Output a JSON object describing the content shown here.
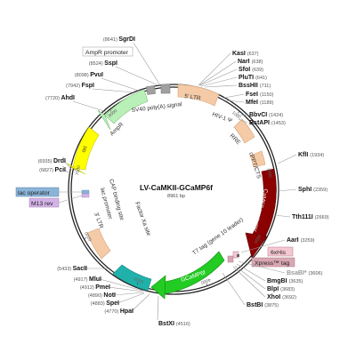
{
  "plasmid": {
    "name": "LV-CaMKII-GCaMP6f",
    "size": "8961 bp"
  },
  "sites": [
    {
      "name": "SgrDI",
      "pos": "(8641)"
    },
    {
      "name": "SspI",
      "pos": "(8524)"
    },
    {
      "name": "PvuI",
      "pos": "(8098)"
    },
    {
      "name": "FspI",
      "pos": "(7942)"
    },
    {
      "name": "AhdI",
      "pos": "(7720)"
    },
    {
      "name": "KasI",
      "pos": "(637)"
    },
    {
      "name": "NarI",
      "pos": "(638)"
    },
    {
      "name": "SfoI",
      "pos": "(639)"
    },
    {
      "name": "PluTI",
      "pos": "(641)"
    },
    {
      "name": "BssHII",
      "pos": "(711)"
    },
    {
      "name": "FseI",
      "pos": "(1150)"
    },
    {
      "name": "MfeI",
      "pos": "(1189)"
    },
    {
      "name": "BbvCI",
      "pos": "(1424)"
    },
    {
      "name": "BstAPI",
      "pos": "(1453)"
    },
    {
      "name": "KflI",
      "pos": "(1934)"
    },
    {
      "name": "SphI",
      "pos": "(2359)"
    },
    {
      "name": "Tth111I",
      "pos": "(2669)"
    },
    {
      "name": "DrdI",
      "pos": "(6935)"
    },
    {
      "name": "PciI",
      "pos": "(6827)"
    },
    {
      "name": "AarI",
      "pos": "(3259)"
    },
    {
      "name": "BsaBI*",
      "pos": "(3606)"
    },
    {
      "name": "BmgBI",
      "pos": "(3635)"
    },
    {
      "name": "BlpI",
      "pos": "(3683)"
    },
    {
      "name": "XhoI",
      "pos": "(3692)"
    },
    {
      "name": "BstBI",
      "pos": "(3875)"
    },
    {
      "name": "SacII",
      "pos": "(5433)"
    },
    {
      "name": "MluI",
      "pos": "(4917)"
    },
    {
      "name": "PmeI",
      "pos": "(4912)"
    },
    {
      "name": "NotI",
      "pos": "(4890)"
    },
    {
      "name": "SpeI",
      "pos": "(4883)"
    },
    {
      "name": "HpaI",
      "pos": "(4770)"
    },
    {
      "name": "BstXI",
      "pos": "(4516)"
    }
  ],
  "features": {
    "ampr_promoter": "AmpR promoter",
    "sv40": "SV40 poly(A) signal",
    "ltr5": "5' LTR",
    "hiv": "HIV-1 Ψ",
    "rre": "RRE",
    "cppt": "cPPT/CTS",
    "camk": "CaMKII promoter",
    "ampr": "AmpR",
    "ori": "ori",
    "cap": "CAP binding site",
    "lacp": "lac promoter",
    "ltr3": "3' LTR",
    "factor": "Factor Xa site",
    "t7": "T7 tag (gene 10 leader)",
    "wpre": "WPRE",
    "gcamp": "GCaMP6f",
    "his": "6xHis",
    "xpress": "Xpress™ tag",
    "lacop": "lac operator",
    "m13": "M13 rev"
  },
  "ticks": [
    "1000",
    "2000",
    "3000",
    "4000",
    "5000",
    "6000",
    "7000",
    "8000"
  ],
  "colors": {
    "ampr": "#b8f0b8",
    "ori": "#ffff00",
    "ltr": "#f5cba7",
    "camk": "#8b0000",
    "gcamp": "#22cc22",
    "wpre": "#20b2aa",
    "polyA": "#a0a0a0",
    "his": "#f4c7d3",
    "xpress": "#d9a6b3",
    "lacop": "#8ab4d8",
    "m13": "#d4b3e8"
  }
}
